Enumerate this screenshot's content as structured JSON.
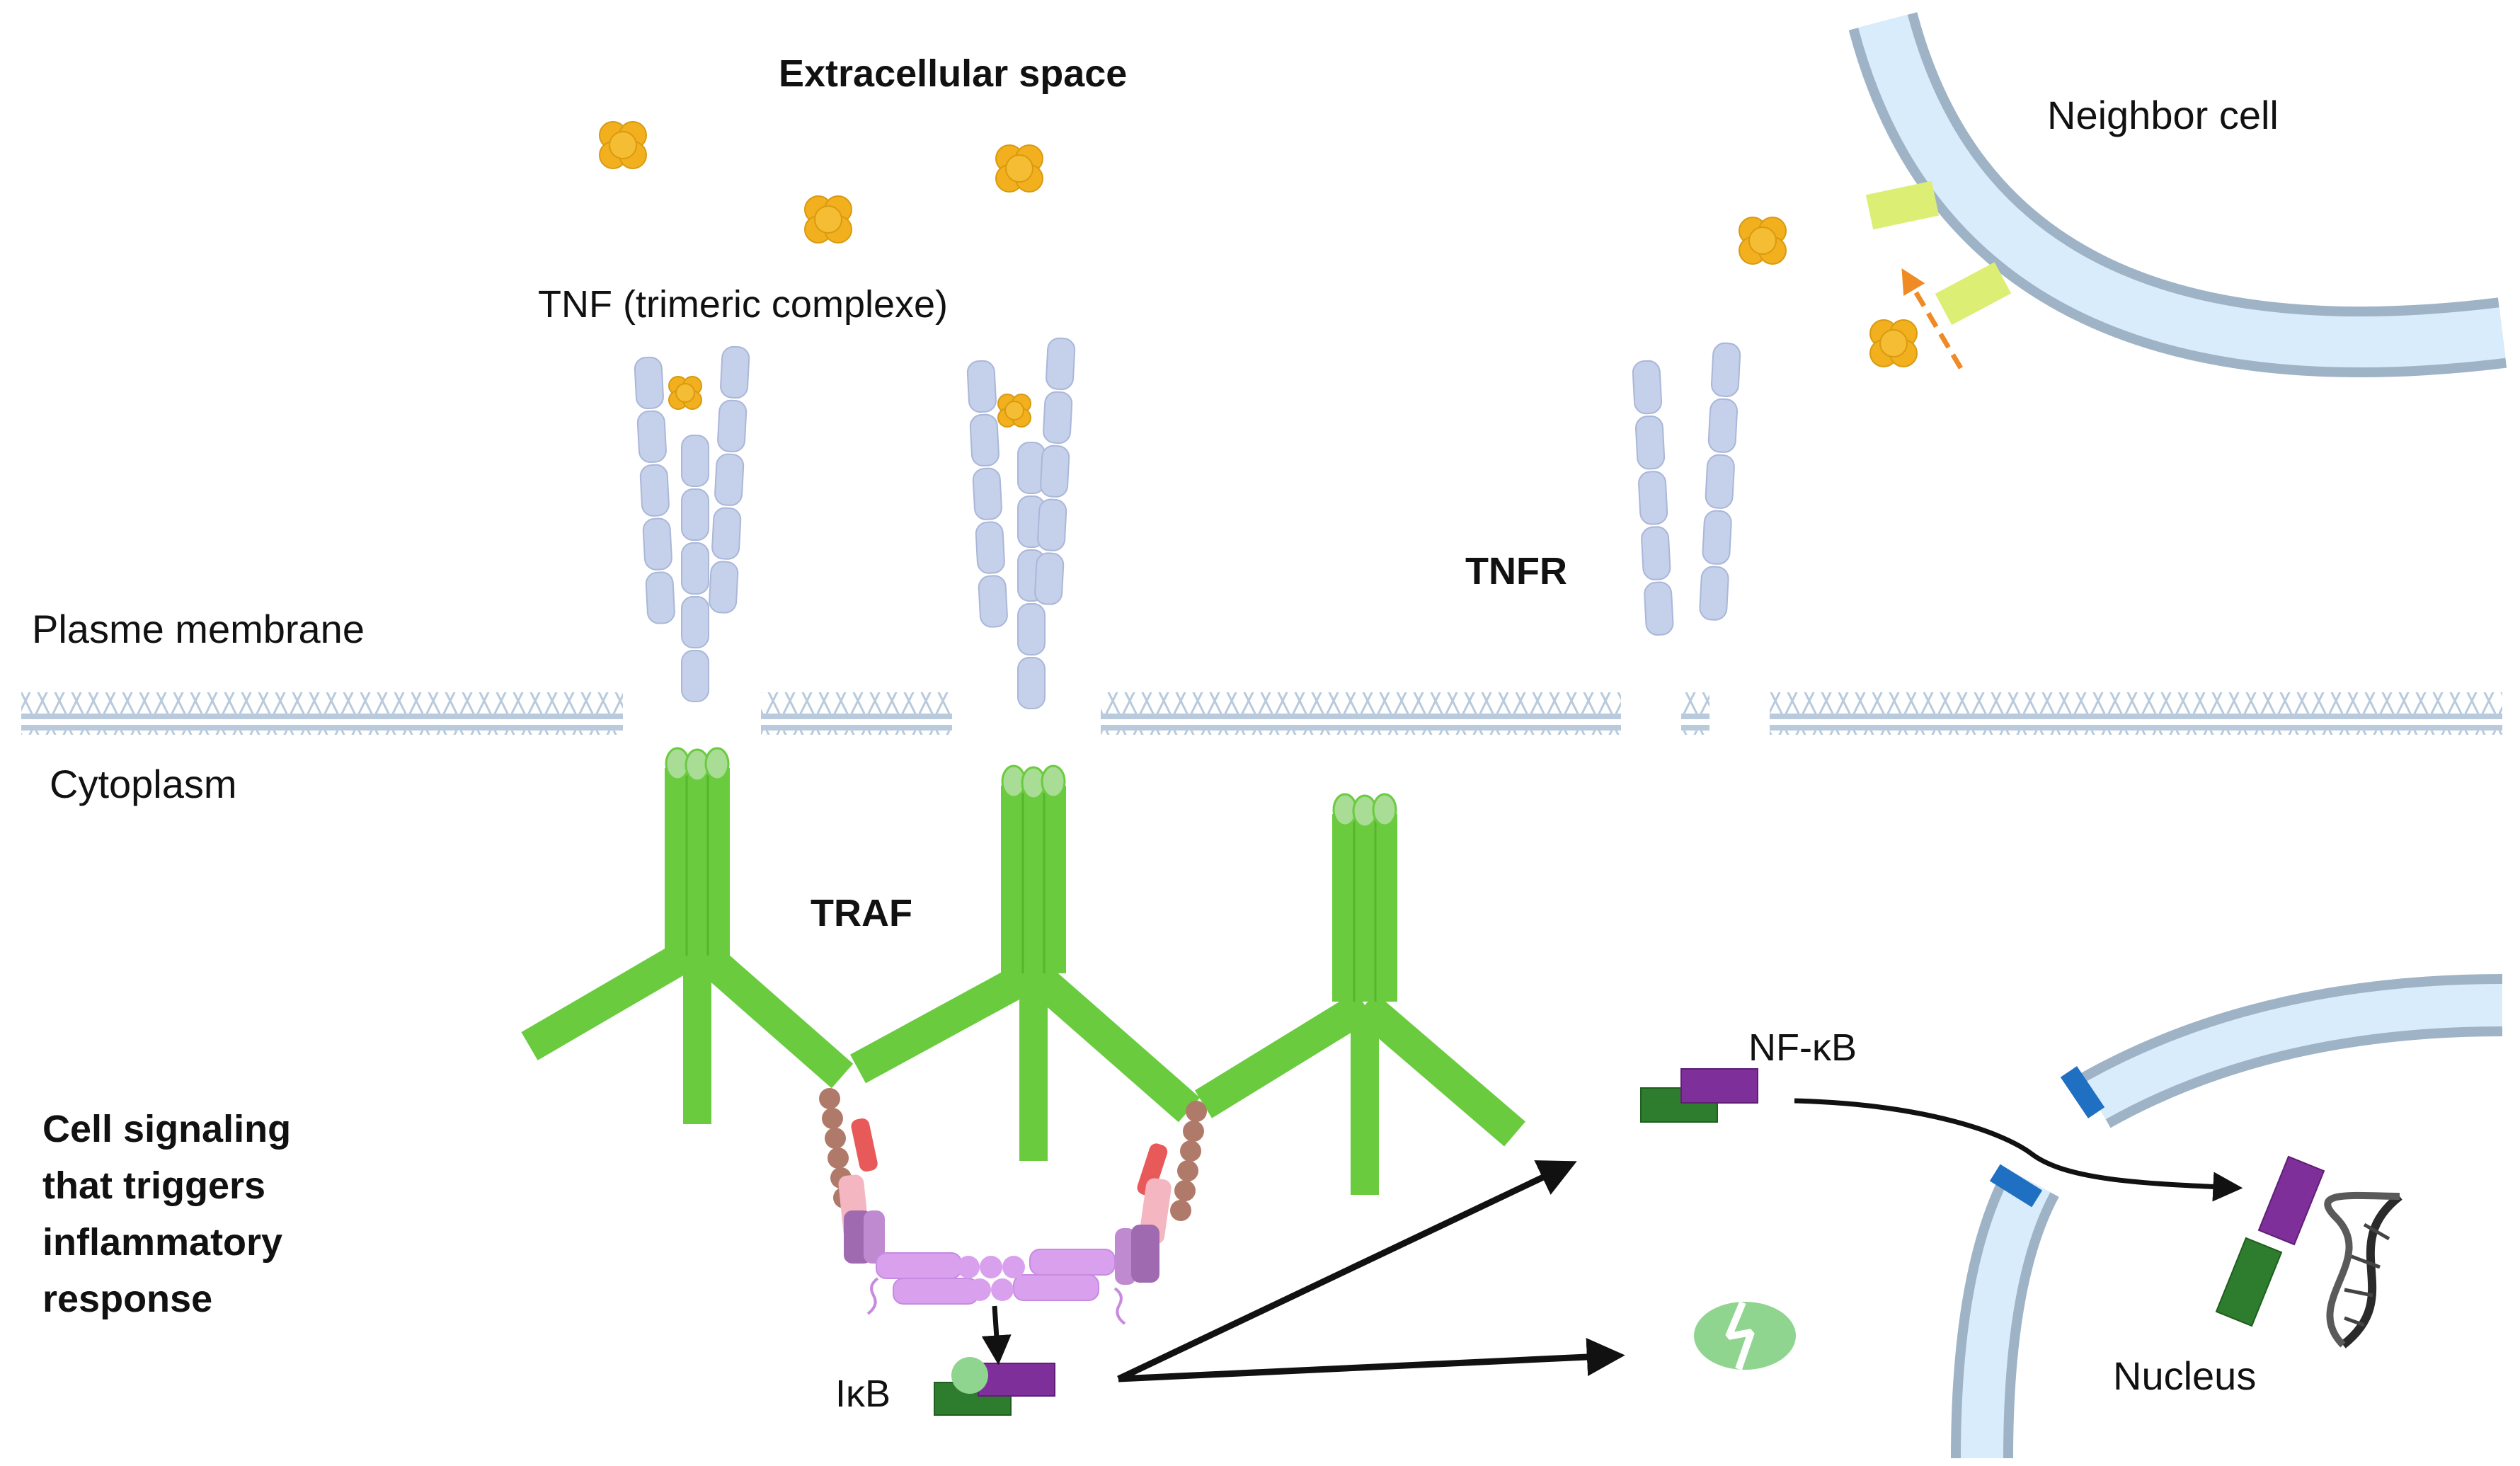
{
  "labels": {
    "extracellular": "Extracellular space",
    "neighbor": "Neighbor cell",
    "tnf": "TNF (trimeric complexe)",
    "tnfr": "TNFR",
    "membrane": "Plasme membrane",
    "cytoplasm": "Cytoplasm",
    "traf": "TRAF",
    "signaling": [
      "Cell signaling",
      "that triggers",
      "inflammatory",
      "response"
    ],
    "ikb": "IκB",
    "nfkb": "NF-κB",
    "nucleus": "Nucleus"
  },
  "colors": {
    "tnf": "#f2b01e",
    "receptor": "#c5d0ea",
    "traf": "#6acb3f",
    "membrane": "#b8cadc",
    "cell_wall": "#9fb3c6",
    "cell_inner": "#d8ecfb",
    "nfkb_purple": "#7f2f9a",
    "nfkb_green": "#2e7d2e",
    "ikk_lilac": "#d9a0ee",
    "degraded": "#8fd48f",
    "release_arrow": "#f08a24",
    "pore": "#1f6fc2",
    "neighbor_protein": "#dcef74"
  },
  "icons": {
    "tnf": "tnf-trimer-icon",
    "dna": "dna-icon",
    "degraded": "degraded-ikb-icon"
  }
}
